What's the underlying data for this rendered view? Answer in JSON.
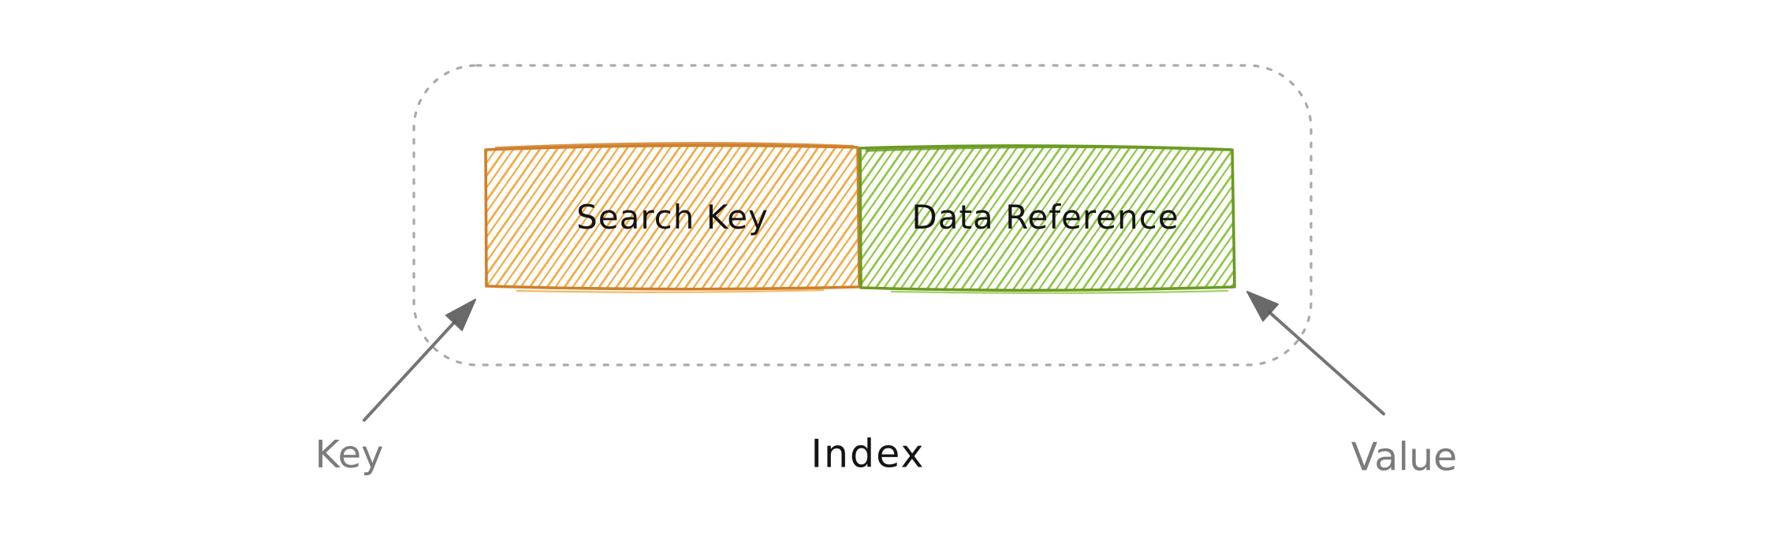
{
  "diagram": {
    "type": "hand-drawn-sketch",
    "container": {
      "label": "Index",
      "outline_style": "dashed rounded rectangle",
      "outline_color": "#a9a9a9"
    },
    "boxes": [
      {
        "label": "Search Key",
        "annotation": "Key",
        "stroke_color": "#d07f2a",
        "hatch_color": "#f3a83d",
        "fill_style": "diagonal hatch"
      },
      {
        "label": "Data Reference",
        "annotation": "Value",
        "stroke_color": "#6b9b22",
        "hatch_color": "#8cc43f",
        "fill_style": "diagonal hatch"
      }
    ],
    "annotations": [
      {
        "label": "Key",
        "target": "Search Key",
        "arrow_direction": "up-right to bottom-left corner of Search Key box"
      },
      {
        "label": "Value",
        "target": "Data Reference",
        "arrow_direction": "up-left to bottom-right corner of Data Reference box"
      }
    ],
    "colors": {
      "background": "#ffffff",
      "arrow": "#747474",
      "arrowhead": "#5d5d5d",
      "label_gray": "#7b7b7b",
      "text_black": "#141414"
    }
  }
}
